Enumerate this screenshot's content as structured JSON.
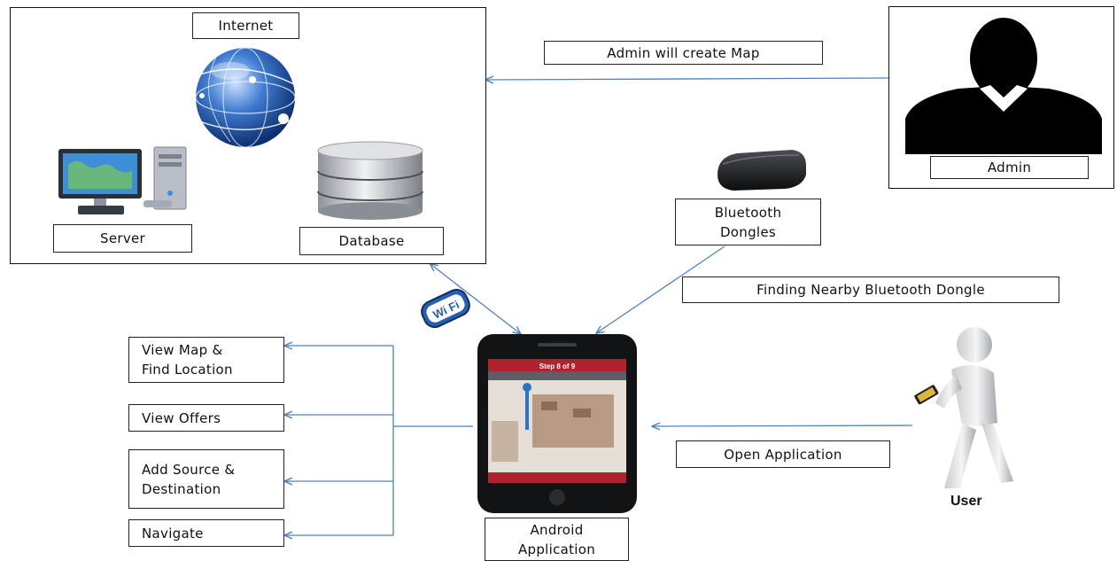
{
  "system_box": {
    "internet_label": "Internet",
    "server_label": "Server",
    "database_label": "Database"
  },
  "admin_box": {
    "label": "Admin"
  },
  "edges": {
    "admin_creates_map": "Admin will create Map",
    "finding_dongle": "Finding Nearby Bluetooth Dongle",
    "open_application": "Open Application"
  },
  "bluetooth": {
    "label": "Bluetooth\nDongles"
  },
  "wifi": {
    "badge_text": "Wi Fi"
  },
  "phone": {
    "label": "Android\nApplication",
    "screen_header": "Step 8 of 9"
  },
  "features": [
    {
      "label": "View Map &\nFind Location"
    },
    {
      "label": "View Offers"
    },
    {
      "label": "Add Source &\nDestination"
    },
    {
      "label": "Navigate"
    }
  ],
  "user": {
    "label": "User"
  },
  "colors": {
    "connector": "#4f81bd",
    "phone_header": "#b0222e",
    "globe": "#2a63b8"
  }
}
